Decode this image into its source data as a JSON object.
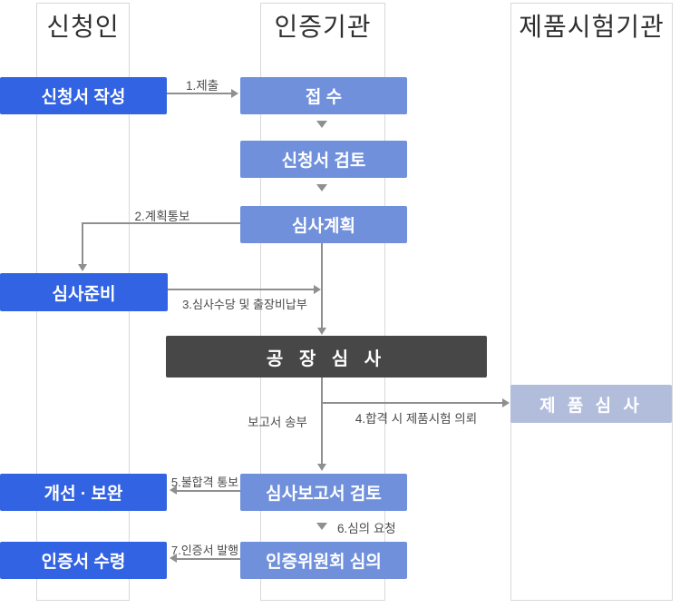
{
  "lanes": {
    "applicant": "신청인",
    "certification_body": "인증기관",
    "product_test_org": "제품시험기관"
  },
  "boxes": {
    "write_application": "신청서 작성",
    "reception": "접 수",
    "application_review": "신청서 검토",
    "audit_plan": "심사계획",
    "audit_preparation": "심사준비",
    "factory_audit": "공 장 심 사",
    "product_audit": "제 품 심 사",
    "improvement": "개선 · 보완",
    "audit_report_review": "심사보고서 검토",
    "certificate_receipt": "인증서 수령",
    "committee_deliberation": "인증위원회 심의"
  },
  "labels": {
    "submit": "1.제출",
    "plan_notification": "2.계획통보",
    "fee_payment": "3.심사수당 및 출장비납부",
    "report_sending": "보고서 송부",
    "product_test_request": "4.합격 시 제품시험 의뢰",
    "fail_notification": "5.불합격 통보",
    "deliberation_request": "6.심의 요청",
    "certificate_issue": "7.인증서 발행"
  },
  "colors": {
    "primary_blue": "#3263e2",
    "medium_blue": "#7090dc",
    "pale_blue": "#b2bddc",
    "dark_gray": "#474747",
    "line_gray": "#8f8f8f",
    "lane_border": "#d9d9d9",
    "header_text": "#2f2f2f",
    "label_text": "#4a4a4a"
  }
}
